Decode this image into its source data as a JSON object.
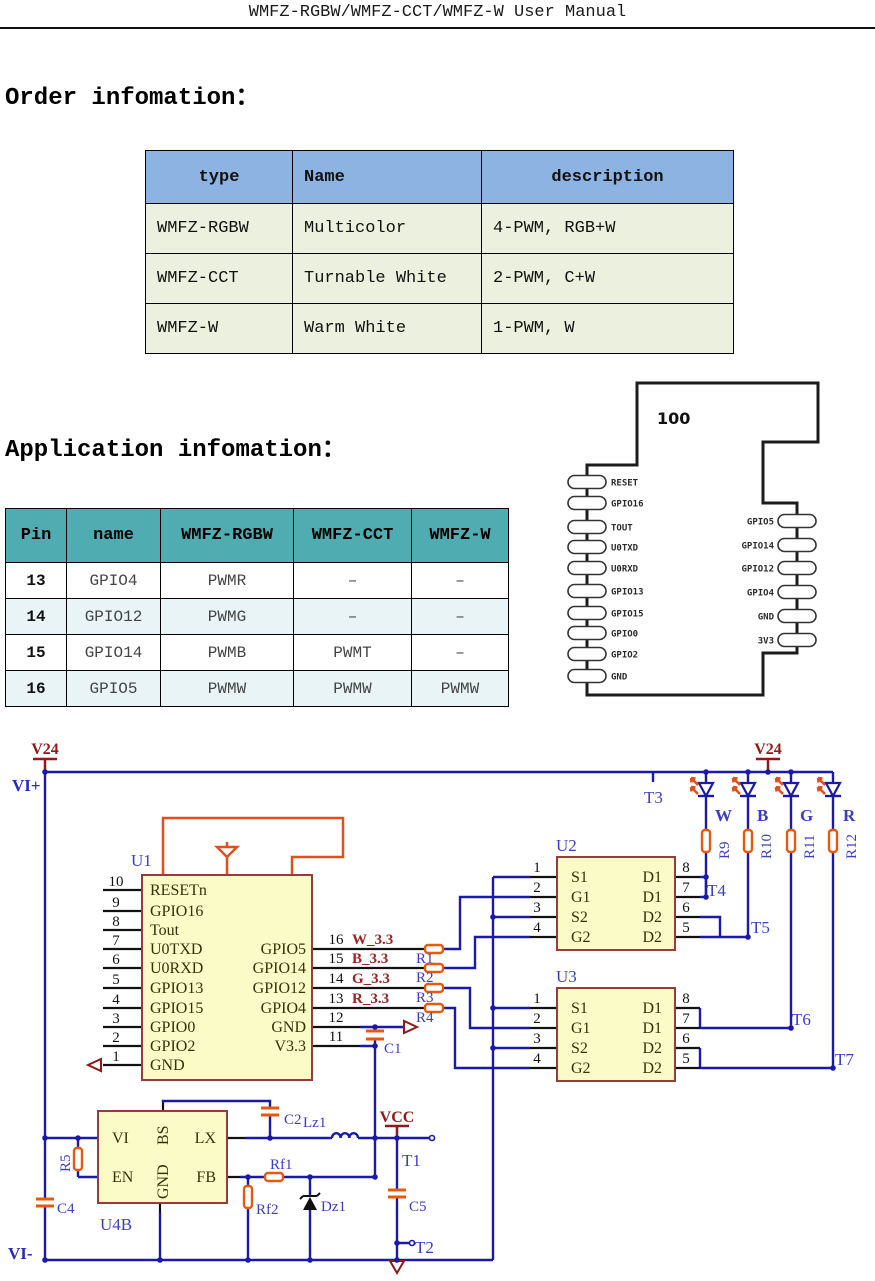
{
  "page": {
    "title": "WMFZ-RGBW/WMFZ-CCT/WMFZ-W User Manual"
  },
  "order_section": {
    "heading": "Order infomation：",
    "table": {
      "headers": [
        "type",
        "Name",
        "description"
      ],
      "rows": [
        [
          "WMFZ-RGBW",
          "Multicolor",
          "4-PWM, RGB+W"
        ],
        [
          "WMFZ-CCT",
          "Turnable White",
          "2-PWM, C+W"
        ],
        [
          "WMFZ-W",
          "Warm White",
          "1-PWM, W"
        ]
      ]
    }
  },
  "app_section": {
    "heading": "Application infomation：",
    "table": {
      "headers": [
        "Pin",
        "name",
        "WMFZ-RGBW",
        "WMFZ-CCT",
        "WMFZ-W"
      ],
      "rows": [
        [
          "13",
          "GPIO4",
          "PWMR",
          "–",
          "–"
        ],
        [
          "14",
          "GPIO12",
          "PWMG",
          "–",
          "–"
        ],
        [
          "15",
          "GPIO14",
          "PWMB",
          "PWMT",
          "–"
        ],
        [
          "16",
          "GPIO5",
          "PWMW",
          "PWMW",
          "PWMW"
        ]
      ]
    }
  },
  "module_diagram": {
    "chip_label": "100",
    "left_pins": [
      "RESET",
      "GPIO16",
      "TOUT",
      "U0TXD",
      "U0RXD",
      "GPIO13",
      "GPIO15",
      "GPIO0",
      "GPIO2",
      "GND"
    ],
    "right_pins": [
      "GPIO5",
      "GPIO14",
      "GPIO12",
      "GPIO4",
      "GND",
      "3V3"
    ]
  },
  "schematic": {
    "colors": {
      "wire": "#1a1aaa",
      "stub": "#111111",
      "component": "#e8590f",
      "reference": "#3c3cc8",
      "power_net": "#8e1a1a",
      "chip_fill": "#fbfbc8",
      "chip_border": "#9a3b3b"
    },
    "labels": {
      "vi_plus": "VI+",
      "vi_minus": "VI-",
      "v24": "V24",
      "vcc": "VCC"
    },
    "testpoints": {
      "t1": "T1",
      "t2": "T2",
      "t3": "T3",
      "t4": "T4",
      "t5": "T5",
      "t6": "T6",
      "t7": "T7"
    },
    "leds": {
      "names": [
        "W",
        "B",
        "G",
        "R"
      ],
      "resistors": [
        "R9",
        "R10",
        "R11",
        "R12"
      ]
    },
    "u1": {
      "ref": "U1",
      "left_nums": [
        "10",
        "9",
        "8",
        "7",
        "6",
        "5",
        "4",
        "3",
        "2",
        "1"
      ],
      "left_names": [
        "RESETn",
        "GPIO16",
        "Tout",
        "U0TXD",
        "U0RXD",
        "GPIO13",
        "GPIO15",
        "GPIO0",
        "GPIO2",
        "GND"
      ],
      "right_nums": [
        "16",
        "15",
        "14",
        "13",
        "12",
        "11"
      ],
      "right_names": [
        "GPIO5",
        "GPIO14",
        "GPIO12",
        "GPIO4",
        "GND",
        "V3.3"
      ],
      "nets": [
        "W_3.3",
        "B_3.3",
        "G_3.3",
        "R_3.3"
      ],
      "series_resistors": [
        "R1",
        "R2",
        "R3",
        "R4"
      ]
    },
    "u2": {
      "ref": "U2",
      "left_nums": [
        "1",
        "2",
        "3",
        "4"
      ],
      "left_names": [
        "S1",
        "G1",
        "S2",
        "G2"
      ],
      "right_nums": [
        "8",
        "7",
        "6",
        "5"
      ],
      "right_names": [
        "D1",
        "D1",
        "D2",
        "D2"
      ]
    },
    "u3": {
      "ref": "U3",
      "left_nums": [
        "1",
        "2",
        "3",
        "4"
      ],
      "left_names": [
        "S1",
        "G1",
        "S2",
        "G2"
      ],
      "right_nums": [
        "8",
        "7",
        "6",
        "5"
      ],
      "right_names": [
        "D1",
        "D1",
        "D2",
        "D2"
      ]
    },
    "u4b": {
      "ref": "U4B",
      "pin_vi": "VI",
      "pin_en": "EN",
      "pin_bs": "BS",
      "pin_gnd": "GND",
      "pin_lx": "LX",
      "pin_fb": "FB"
    },
    "parts": {
      "c1": "C1",
      "c2": "C2",
      "c4": "C4",
      "c5": "C5",
      "r5": "R5",
      "rf1": "Rf1",
      "rf2": "Rf2",
      "lz1": "Lz1",
      "dz1": "Dz1"
    }
  }
}
